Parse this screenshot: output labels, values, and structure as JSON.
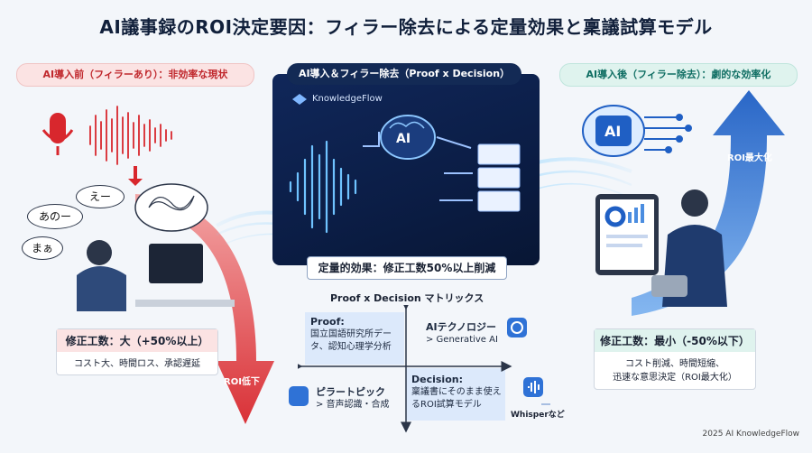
{
  "title": "AI議事録のROI決定要因：フィラー除去による定量効果と稟議試算モデル",
  "left": {
    "pill": "AI導入前（フィラーあり）：非効率な現状",
    "bubbles": [
      "えー",
      "あのー",
      "まぁ"
    ],
    "box_head": "修正工数：大（+50%以上）",
    "box_body": "コスト大、時間ロス、承認遅延",
    "arrow_label": "ROI低下"
  },
  "center": {
    "pill": "AI導入＆フィラー除去（Proof x Decision）",
    "brand": "KnowledgeFlow",
    "ai_label": "AI",
    "result": "定量的効果：修正工数50%以上削減",
    "matrix_title": "Proof x Decision マトリックス",
    "proof_head": "Proof:",
    "proof_body": "国立国語研究所データ、認知心理学分析",
    "ai_tech_head": "AIテクノロジー",
    "ai_tech_body": "> Generative AI",
    "decision_head": "Decision:",
    "decision_body": "稟議書にそのまま使えるROI試算モデル",
    "pillar_head": "ピラートピック",
    "pillar_body": "> 音声認識・合成",
    "whisper": "Whisperなど"
  },
  "right": {
    "pill": "AI導入後（フィラー除去）：劇的な効率化",
    "ai_label": "AI",
    "arrow_label": "ROI最大化",
    "box_head": "修正工数：最小（-50%以下）",
    "box_body_1": "コスト削減、時間短縮、",
    "box_body_2": "迅速な意思決定（ROI最大化）"
  },
  "footer": "2025 AI KnowledgeFlow",
  "colors": {
    "navy": "#11203b",
    "red": "#d8272d",
    "blue": "#1f5fc4",
    "teal": "#0f6e63"
  }
}
